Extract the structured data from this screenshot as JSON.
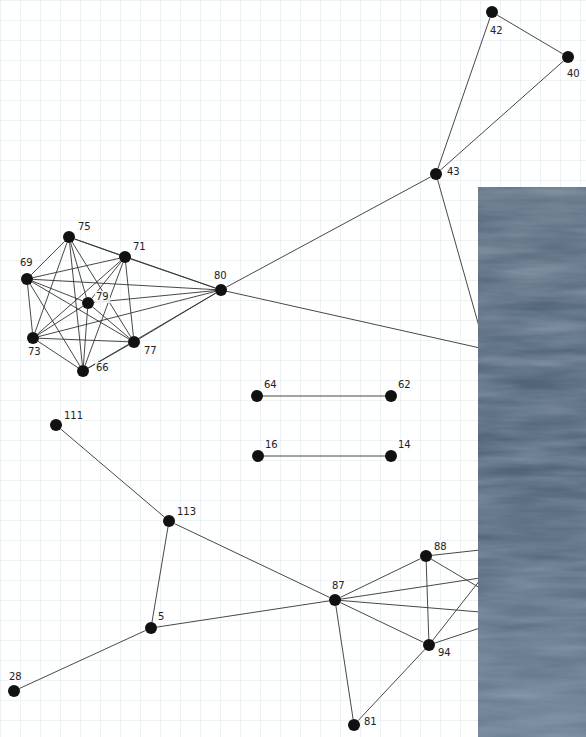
{
  "diagram": {
    "nodes": [
      {
        "text": [
          "42"
        ]
      },
      {
        "text": [
          "40"
        ]
      },
      {
        "text": [
          "43"
        ]
      },
      {
        "text": [
          "75"
        ]
      },
      {
        "text": [
          "71"
        ]
      },
      {
        "text": [
          "69"
        ]
      },
      {
        "text": [
          "80"
        ]
      },
      {
        "text": [
          "79"
        ]
      },
      {
        "text": [
          "73"
        ]
      },
      {
        "text": [
          "77"
        ]
      },
      {
        "text": [
          "66"
        ]
      },
      {
        "text": [
          "64"
        ]
      },
      {
        "text": [
          "62"
        ]
      },
      {
        "text": [
          "111"
        ]
      },
      {
        "text": [
          "16"
        ]
      },
      {
        "text": [
          "14"
        ]
      },
      {
        "text": [
          "113"
        ]
      },
      {
        "text": [
          "88"
        ]
      },
      {
        "text": [
          "87"
        ]
      },
      {
        "text": [
          "5"
        ]
      },
      {
        "text": [
          "94"
        ]
      },
      {
        "text": [
          "28"
        ]
      },
      {
        "text": [
          "81"
        ]
      }
    ],
    "edges": [
      {
        "from": 0,
        "to": 1,
        "arrow": "none"
      },
      {
        "from": 0,
        "to": 2,
        "arrow": "none"
      },
      {
        "from": 2,
        "to": 1,
        "arrow": "none"
      },
      {
        "from": 2,
        "to": 6,
        "arrow": "none"
      },
      {
        "from": 3,
        "to": 4,
        "arrow": "none"
      },
      {
        "from": 3,
        "to": 5,
        "arrow": "none"
      },
      {
        "from": 3,
        "to": 6,
        "arrow": "none"
      },
      {
        "from": 3,
        "to": 7,
        "arrow": "none"
      },
      {
        "from": 3,
        "to": 8,
        "arrow": "none"
      },
      {
        "from": 3,
        "to": 9,
        "arrow": "none"
      },
      {
        "from": 3,
        "to": 10,
        "arrow": "none"
      },
      {
        "from": 4,
        "to": 5,
        "arrow": "none"
      },
      {
        "from": 4,
        "to": 6,
        "arrow": "none"
      },
      {
        "from": 4,
        "to": 7,
        "arrow": "none"
      },
      {
        "from": 4,
        "to": 8,
        "arrow": "none"
      },
      {
        "from": 4,
        "to": 9,
        "arrow": "none"
      },
      {
        "from": 4,
        "to": 10,
        "arrow": "none"
      },
      {
        "from": 5,
        "to": 6,
        "arrow": "none"
      },
      {
        "from": 5,
        "to": 7,
        "arrow": "none"
      },
      {
        "from": 5,
        "to": 8,
        "arrow": "none"
      },
      {
        "from": 5,
        "to": 9,
        "arrow": "none"
      },
      {
        "from": 5,
        "to": 10,
        "arrow": "none"
      },
      {
        "from": 6,
        "to": 7,
        "arrow": "none"
      },
      {
        "from": 6,
        "to": 8,
        "arrow": "none"
      },
      {
        "from": 6,
        "to": 9,
        "arrow": "none"
      },
      {
        "from": 6,
        "to": 10,
        "arrow": "none"
      },
      {
        "from": 7,
        "to": 8,
        "arrow": "none"
      },
      {
        "from": 7,
        "to": 9,
        "arrow": "none"
      },
      {
        "from": 7,
        "to": 10,
        "arrow": "none"
      },
      {
        "from": 8,
        "to": 9,
        "arrow": "none"
      },
      {
        "from": 8,
        "to": 10,
        "arrow": "none"
      },
      {
        "from": 9,
        "to": 10,
        "arrow": "none"
      },
      {
        "from": 11,
        "to": 12,
        "arrow": "none"
      },
      {
        "from": 14,
        "to": 15,
        "arrow": "none"
      },
      {
        "from": 13,
        "to": 16,
        "arrow": "none"
      },
      {
        "from": 16,
        "to": 19,
        "arrow": "none"
      },
      {
        "from": 16,
        "to": 18,
        "arrow": "none"
      },
      {
        "from": 19,
        "to": 18,
        "arrow": "none"
      },
      {
        "from": 19,
        "to": 21,
        "arrow": "none"
      },
      {
        "from": 18,
        "to": 17,
        "arrow": "none"
      },
      {
        "from": 18,
        "to": 20,
        "arrow": "none"
      },
      {
        "from": 18,
        "to": 22,
        "arrow": "none"
      },
      {
        "from": 17,
        "to": 20,
        "arrow": "none"
      },
      {
        "from": 20,
        "to": 22,
        "arrow": "none"
      }
    ]
  }
}
